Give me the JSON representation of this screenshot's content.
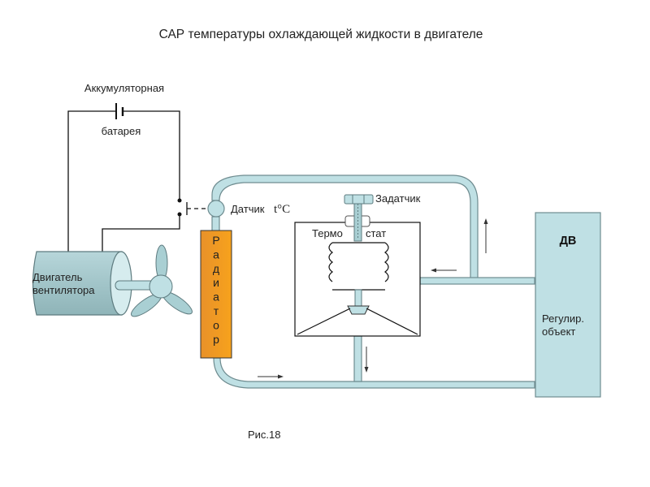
{
  "title": "САР температуры охлаждающей жидкости в двигателе",
  "caption": "Рис.18",
  "battery": {
    "label_top": "Аккумуляторная",
    "label_bottom": "батарея"
  },
  "fan_motor": {
    "label_line1": "Двигатель",
    "label_line2": "вентилятора"
  },
  "radiator": {
    "letters": [
      "Р",
      "а",
      "д",
      "и",
      "а",
      "т",
      "о",
      "р"
    ],
    "color": "#f39a1e"
  },
  "sensor": {
    "label": "Датчик",
    "unit": "t°C"
  },
  "setpoint": {
    "label": "Задатчик"
  },
  "thermostat": {
    "label_left": "Термо",
    "label_right": "стат"
  },
  "engine": {
    "title": "ДВ",
    "label_line1": "Регулир.",
    "label_line2": "объект",
    "color": "#bfe0e4"
  },
  "colors": {
    "pipe": "#bfe0e4",
    "pipe_stroke": "#6f8c90",
    "radiator": "#f39a1e"
  }
}
